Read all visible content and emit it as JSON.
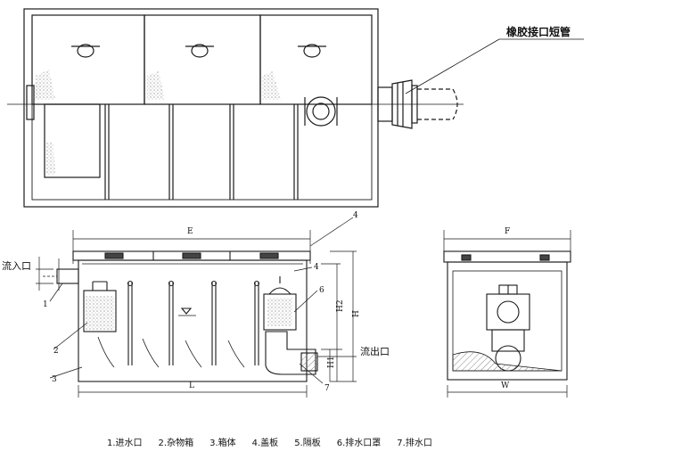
{
  "callouts": {
    "rubber_coupling": "橡胶接口短管",
    "inlet": "流入口",
    "outlet": "流出口"
  },
  "dimensions": {
    "E": "E",
    "L": "L",
    "F": "F",
    "W": "W",
    "H": "H",
    "H2": "H2",
    "H1": "H1"
  },
  "part_numbers": [
    "1",
    "2",
    "3",
    "4",
    "4",
    "6",
    "7"
  ],
  "legend": [
    "1.进水口",
    "2.杂物箱",
    "3.箱体",
    "4.盖板",
    "5.隔板",
    "6.排水口罩",
    "7.排水口"
  ],
  "colors": {
    "line": "#1a1a1a",
    "background": "#ffffff",
    "hatch": "#8a8a8a"
  }
}
